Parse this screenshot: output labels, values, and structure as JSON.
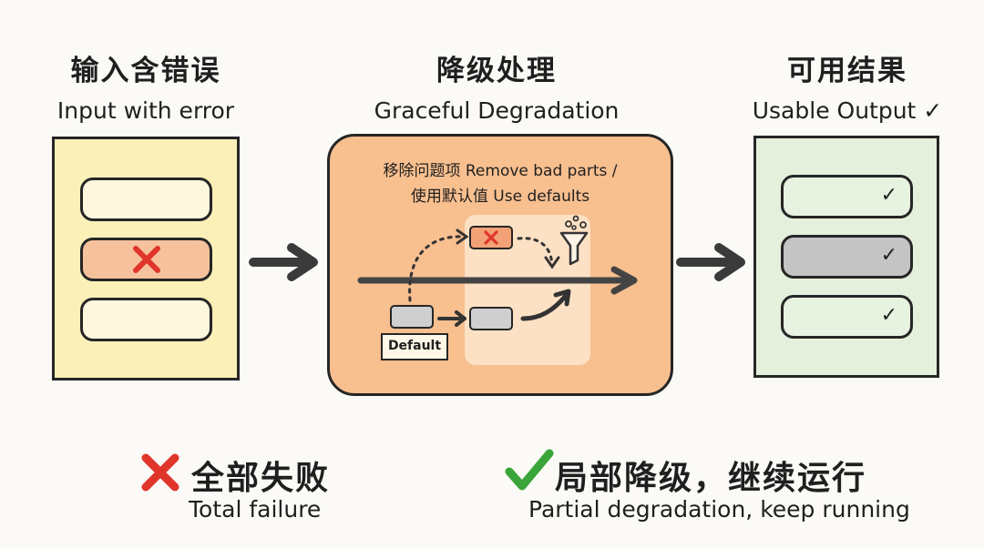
{
  "columns": {
    "input": {
      "title_zh": "输入含错误",
      "title_en": "Input with error"
    },
    "process": {
      "title_zh": "降级处理",
      "title_en": "Graceful Degradation"
    },
    "output": {
      "title_zh": "可用结果",
      "title_en": "Usable Output ✓"
    }
  },
  "process_panel": {
    "line1": "移除问题项 Remove bad parts /",
    "line2": "使用默认值 Use defaults",
    "default_tag": "Default"
  },
  "outcomes": {
    "failure": {
      "label_zh": "全部失败",
      "label_en": "Total failure",
      "color": "#e0352b"
    },
    "success": {
      "label_zh": "局部降级，继续运行",
      "label_en": "Partial degradation, keep running",
      "color": "#3aa53a"
    }
  },
  "icons": {
    "error": "x-icon",
    "ok": "checkmark-icon",
    "filter": "funnel-icon",
    "flow": "right-arrow-icon"
  }
}
